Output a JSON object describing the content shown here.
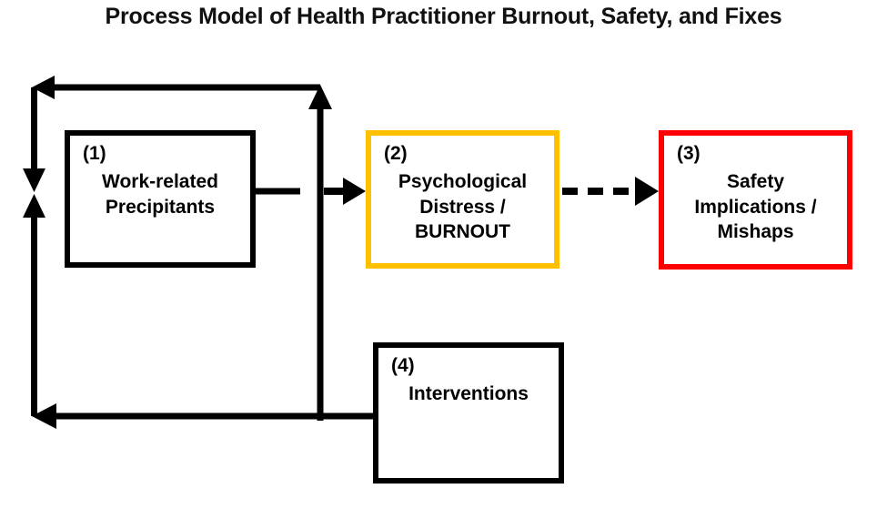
{
  "title": "Process Model of Health Practitioner Burnout, Safety, and Fixes",
  "colors": {
    "node_1_border": "#000000",
    "node_2_border": "#FFC000",
    "node_3_border": "#FF0000",
    "node_4_border": "#000000",
    "edge": "#000000",
    "background": "#FFFFFF",
    "text": "#000000"
  },
  "nodes": [
    {
      "id": "1",
      "number": "(1)",
      "label": "Work-related\nPrecipitants",
      "border_color": "#000000"
    },
    {
      "id": "2",
      "number": "(2)",
      "label": "Psychological\nDistress /\nBURNOUT",
      "border_color": "#FFC000"
    },
    {
      "id": "3",
      "number": "(3)",
      "label": "Safety\nImplications /\nMishaps",
      "border_color": "#FF0000"
    },
    {
      "id": "4",
      "number": "(4)",
      "label": "Interventions",
      "border_color": "#000000"
    }
  ],
  "edges": [
    {
      "id": "edge-1-to-2",
      "from": "1",
      "to": "2",
      "style": "solid",
      "arrowhead": "single",
      "description": "Work-related Precipitants lead to Psychological Distress / BURNOUT"
    },
    {
      "id": "edge-2-to-3",
      "from": "2",
      "to": "3",
      "style": "dashed",
      "arrowhead": "single",
      "description": "Psychological Distress / BURNOUT may lead to Safety Implications / Mishaps"
    },
    {
      "id": "edge-feedback-top",
      "from": "2",
      "to": "1",
      "style": "solid",
      "arrowhead": "double",
      "description": "Feedback loop from the (1)-(2) pathway back around the left side"
    },
    {
      "id": "edge-4-feedback",
      "from": "4",
      "to": "1",
      "style": "solid",
      "arrowhead": "single",
      "description": "Interventions feed back into the left-hand loop toward Work-related Precipitants"
    }
  ]
}
